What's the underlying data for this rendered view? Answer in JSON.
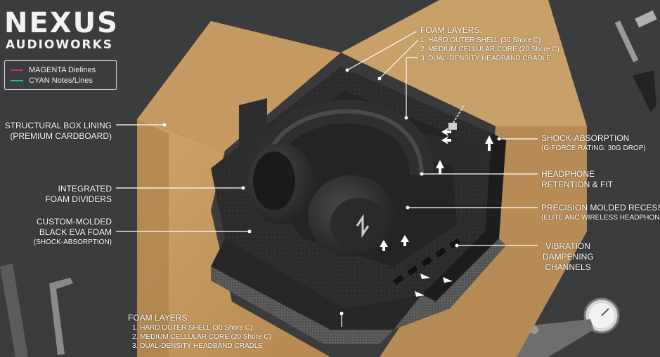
{
  "brand": {
    "name": "NEXUS",
    "subtitle": "AUDIOWORKS"
  },
  "legend": {
    "items": [
      {
        "label": "MAGENTA Dielines",
        "color": "#d6307e"
      },
      {
        "label": "CYAN Notes/Lines",
        "color": "#1fb7b4"
      }
    ]
  },
  "labels": {
    "foam_top": {
      "title": "FOAM LAYERS:",
      "items": [
        "1. HARD OUTER SHELL (30 Shore C)",
        "2. MEDIUM CELLULAR CORE (20 Shore C)",
        "3. DUAL-DENSITY HEADBAND CRADLE"
      ]
    },
    "foam_bottom": {
      "title": "FOAM LAYERS:",
      "items": [
        "1. HARD OUTER SHELL (30 Shore C)",
        "2. MEDIUM CELLULAR CORE (20 Shore C)",
        "3. DUAL-DENSITY HEADBAND CRADLE"
      ]
    },
    "structural": {
      "line1": "STRUCTURAL BOX LINING",
      "line2": "(PREMIUM CARDBOARD)"
    },
    "dividers": {
      "line1": "INTEGRATED",
      "line2": "FOAM DIVIDERS"
    },
    "eva": {
      "line1": "CUSTOM-MOLDED",
      "line2": "BLACK EVA FOAM",
      "line3": "(SHOCK-ABSORPTION)"
    },
    "shock": {
      "line1": "SHOCK-ABSORPTION",
      "line2": "(G-FORCE RATING: 30G DROP)"
    },
    "retention": {
      "line1": "HEADPHONE",
      "line2": "RETENTION & FIT"
    },
    "recess": {
      "line1": "PRECISION MOLDED RECESS",
      "line2": "(ELITE ANC WIRELESS HEADPHONES)"
    },
    "vibration": {
      "line1": "VIBRATION",
      "line2": "DAMPENING",
      "line3": "CHANNELS"
    }
  },
  "colors": {
    "background": "#3a3c3e",
    "cardboard": "#c49a62",
    "cardboard_dark": "#a77d48",
    "foam": "#2a2a2a",
    "callout": "#ffffff"
  }
}
